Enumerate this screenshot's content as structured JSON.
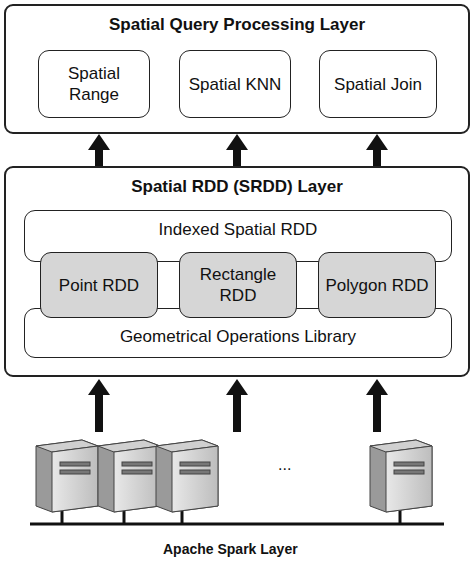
{
  "diagram": {
    "nodes": [
      {
        "text": [
          "Spatial Query Processing Layer"
        ]
      },
      {
        "text": [
          "Spatial Range"
        ],
        "in": 0
      },
      {
        "text": [
          "Spatial KNN"
        ],
        "in": 0
      },
      {
        "text": [
          "Spatial Join"
        ],
        "in": 0
      },
      {
        "text": [
          "Spatial RDD (SRDD) Layer"
        ]
      },
      {
        "text": [
          "Indexed Spatial RDD"
        ],
        "in": 4
      },
      {
        "text": [
          "Point RDD"
        ],
        "in": 4
      },
      {
        "text": [
          "Rectangle RDD"
        ],
        "in": 4
      },
      {
        "text": [
          "Polygon RDD"
        ],
        "in": 4
      },
      {
        "text": [
          "Geometrical Operations Library"
        ],
        "in": 4
      }
    ],
    "edges": [
      {
        "from": 4,
        "to": 0,
        "arrow": "to"
      },
      {
        "from": 4,
        "to": 0,
        "arrow": "to"
      },
      {
        "from": 4,
        "to": 0,
        "arrow": "to"
      }
    ],
    "labels": [
      "...",
      "Apache Spark Layer"
    ]
  }
}
